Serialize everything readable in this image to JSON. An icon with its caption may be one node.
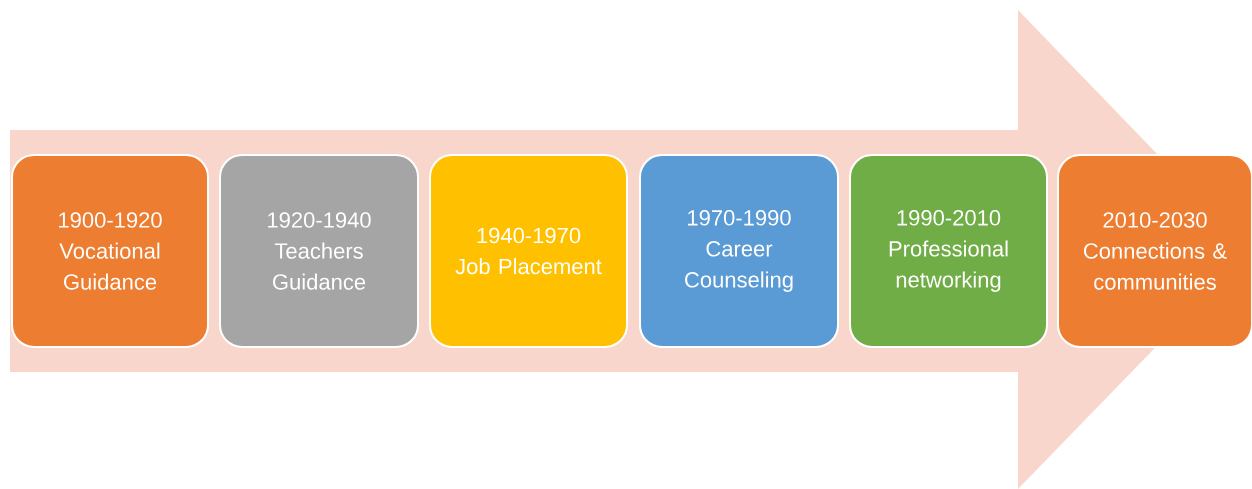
{
  "diagram": {
    "nodes": [
      {
        "text": [
          "1900-1920",
          "Vocational Guidance"
        ]
      },
      {
        "text": [
          "1920-1940",
          "Teachers Guidance"
        ]
      },
      {
        "text": [
          "1940-1970",
          "Job Placement"
        ]
      },
      {
        "text": [
          "1970-1990",
          "Career Counseling"
        ]
      },
      {
        "text": [
          "1990-2010",
          "Professional networking"
        ]
      },
      {
        "text": [
          "2010-2030",
          "Connections & communities"
        ]
      }
    ],
    "edges": [
      {
        "from": 0,
        "to": 5,
        "arrow": "to"
      }
    ]
  }
}
